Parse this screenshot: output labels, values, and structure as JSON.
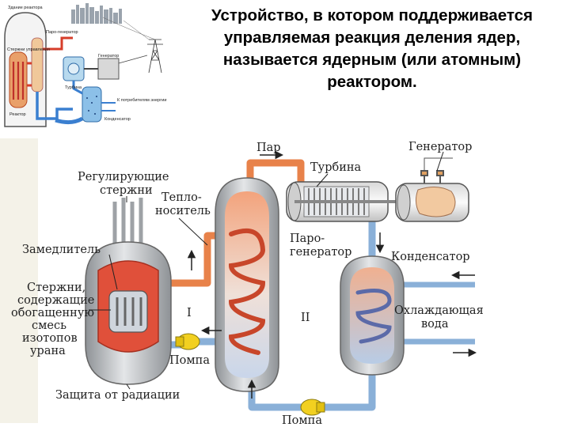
{
  "heading": "Устройство, в котором поддерживается управляемая реакция деления ядер, называется ядерным (или атомным) реактором.",
  "top_figure": {
    "building": "Здание реактора",
    "steam_gen": "Паро-генератор",
    "generator": "Генератор",
    "control_rods": "Стержни управления",
    "turbine": "Турбина",
    "reactor": "Реактор",
    "to_consumers": "К потребителям энергии",
    "condenser": "Конденсатор"
  },
  "main_figure": {
    "steam": "Пар",
    "turbine": "Турбина",
    "generator": "Генератор",
    "control_rods_1": "Регулирующие",
    "control_rods_2": "стержни",
    "coolant_1": "Тепло-",
    "coolant_2": "носитель",
    "moderator": "Замедлитель",
    "fuel_1": "Стержни,",
    "fuel_2": "содержащие",
    "fuel_3": "обогащенную",
    "fuel_4": "смесь",
    "fuel_5": "изотопов",
    "fuel_6": "урана",
    "circuit_1": "I",
    "circuit_2": "II",
    "steam_gen_1": "Паро-",
    "steam_gen_2": "генератор",
    "condenser": "Конденсатор",
    "cooling_water_1": "Охлаждающая",
    "cooling_water_2": "вода",
    "pump_1": "Помпа",
    "pump_2": "Помпа",
    "shield": "Защита от радиации"
  },
  "colors": {
    "hot_pipe": "#e8824a",
    "cold_pipe": "#8ab0d8",
    "vessel": "#b9bcc0",
    "core": "#e0503a",
    "pump": "#f2d020"
  }
}
